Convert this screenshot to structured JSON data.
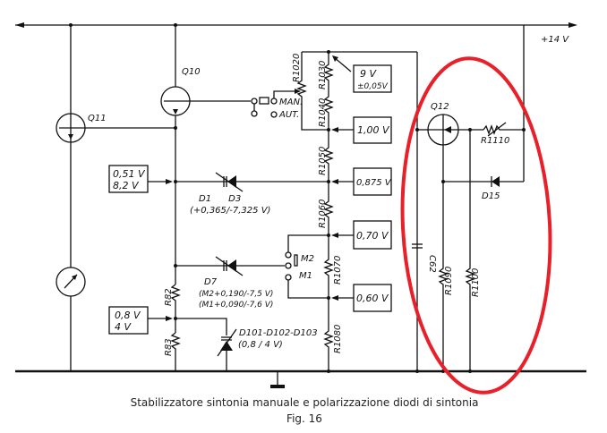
{
  "supply_label": "+14 V",
  "transistors": {
    "q10": "Q10",
    "q11": "Q11",
    "q12": "Q12"
  },
  "switch": {
    "man": "MAN.",
    "aut": "AUT.",
    "m1": "M1",
    "m2": "M2"
  },
  "resistors": {
    "r1020": "R1020",
    "r1030": "R1030",
    "r1040": "R1040",
    "r1050": "R1050",
    "r1060": "R1060",
    "r1070": "R1070",
    "r1080": "R1080",
    "r82": "R82",
    "r83": "R83",
    "r1090": "R1090",
    "r1100": "R1100",
    "r1110": "R1110"
  },
  "capacitor": "C62",
  "voltage_boxes": {
    "v9_line1": "9 V",
    "v9_line2": "±0,05V",
    "v100": "1,00 V",
    "v0875": "0,875 V",
    "v070": "0,70 V",
    "v060": "0,60 V",
    "left_top_line1": "0,51 V",
    "left_top_line2": "8,2 V",
    "left_bot_line1": "0,8 V",
    "left_bot_line2": "4 V"
  },
  "diodes": {
    "d1d3": "D1      D3",
    "d1d3_values": "(+0,365/-7,325 V)",
    "d7": "D7",
    "d7_m2": "(M2+0,190/-7,5 V)",
    "d7_m1": "(M1+0,090/-7,6 V)",
    "d101": "D101-D102-D103",
    "d101_values": "(0,8 / 4 V)",
    "d15": "D15"
  },
  "caption": "Stabilizzatore sintonia manuale e polarizzazione diodi di sintonia",
  "figure": "Fig. 16",
  "highlight_color": "#e8202a"
}
